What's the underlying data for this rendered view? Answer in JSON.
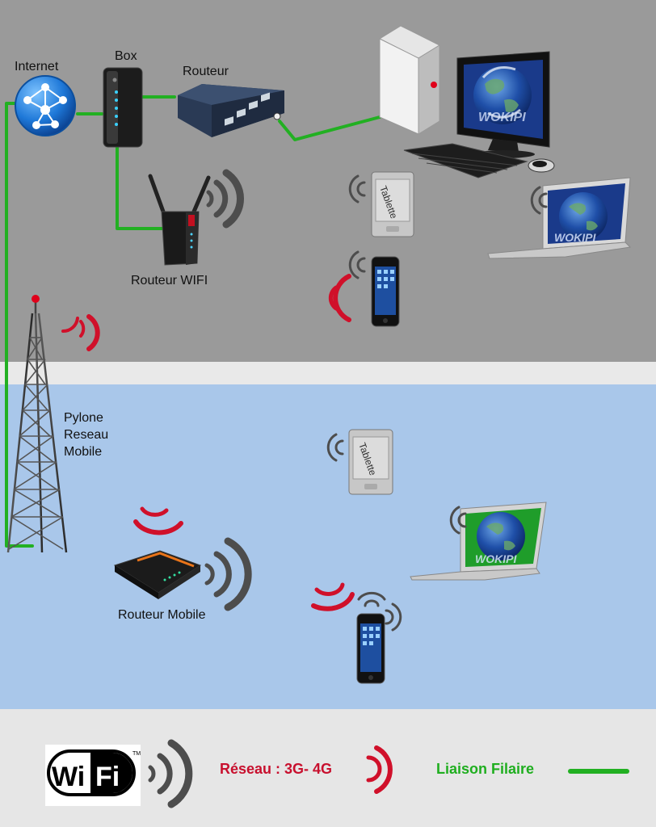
{
  "labels": {
    "internet": "Internet",
    "box": "Box",
    "routeur": "Routeur",
    "routeur_wifi": "Routeur WIFI",
    "pylone": "Pylone",
    "reseau": "Reseau",
    "mobile": "Mobile",
    "routeur_mobile": "Routeur Mobile",
    "tablette": "Tablette",
    "wokipi": "WOKIPI"
  },
  "legend": {
    "wifi_logo_wi": "Wi",
    "wifi_logo_fi": "Fi",
    "wifi_tm": "TM",
    "network": "Réseau : 3G- 4G",
    "wired": "Liaison Filaire"
  },
  "colors": {
    "wired": "#22b022",
    "mobile_signal": "#d0102a",
    "wifi_signal": "#555555",
    "top_band": "#9a9a9a",
    "mid_band": "#a9c7ea",
    "legend_network_text": "#c8102e",
    "legend_wired_text": "#1fae1f"
  }
}
